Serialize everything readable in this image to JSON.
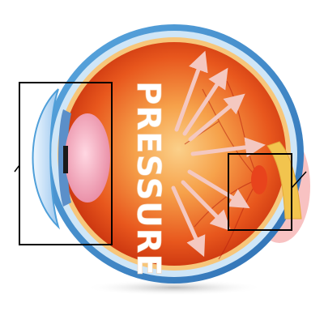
{
  "diagram": {
    "label": "PRESSURE",
    "colors": {
      "sclera_outer": "#4f9fd9",
      "sclera_inner": "#a7d3f2",
      "interior": "#e8571d",
      "interior_light": "#f6a24b",
      "arrow": "#f4c8c0",
      "callout_box": "#000000",
      "optic_nerve": "#f2c44e",
      "shadow": "#cfcfcf"
    },
    "callouts": [
      "front-of-eye-box",
      "optic-nerve-box"
    ],
    "pressure_arrow_count": 7
  }
}
